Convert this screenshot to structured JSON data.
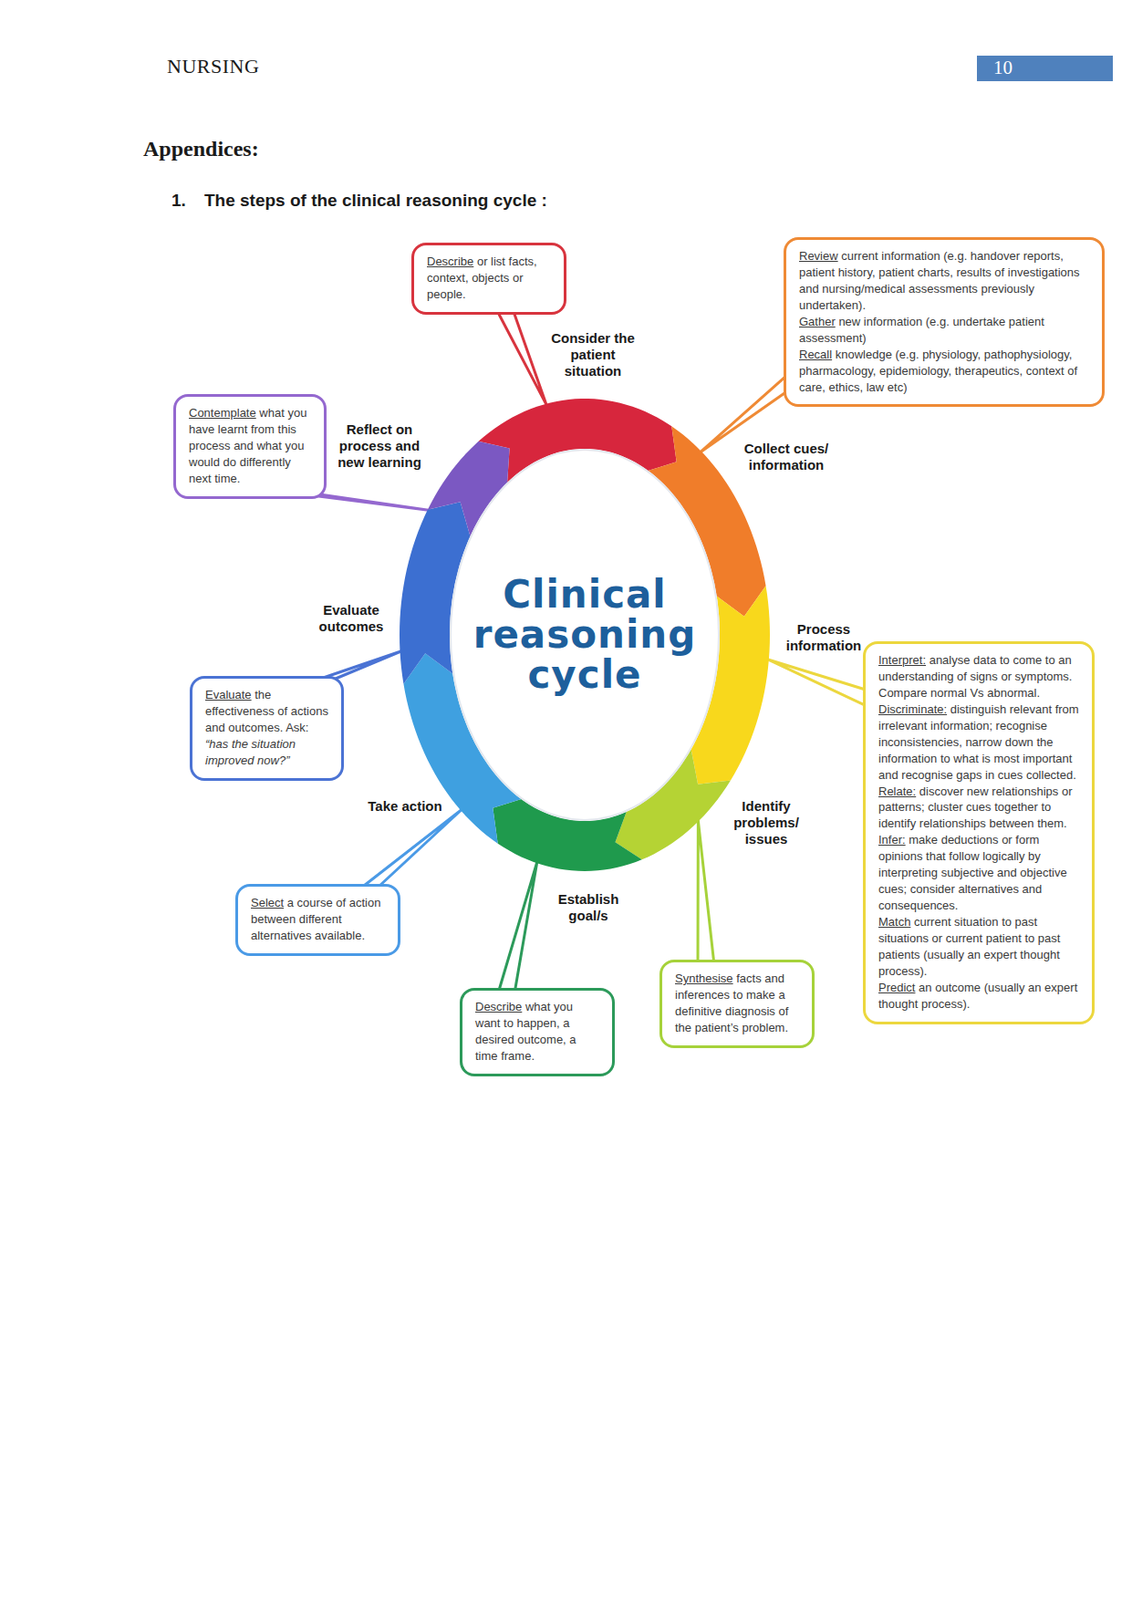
{
  "diagram": {
    "nodes": [
      {
        "text": [
          "Describe",
          "or list facts, context, objects or people."
        ]
      },
      {
        "text": [
          "Review",
          "current information (e.g. handover reports, patient history, patient charts, results of investigations and nursing/medical assessments previously undertaken).",
          "Gather",
          "new information (e.g. undertake patient assessment)",
          "Recall",
          "knowledge (e.g. physiology, pathophysiology, pharmacology, epidemiology, therapeutics, context of care, ethics, law etc)"
        ]
      },
      {
        "text": [
          "Contemplate",
          "what you have learnt from this process and what you would do differently next time."
        ]
      },
      {
        "text": [
          "Clinical reasoning cycle"
        ]
      },
      {
        "text": [
          "Interpret:",
          "analyse data to come to an understanding of signs or symptoms. Compare normal Vs abnormal.",
          "Discriminate:",
          "distinguish relevant from irrelevant information; recognise inconsistencies, narrow down the information to what is most important and recognise gaps in cues collected.",
          "Relate:",
          "discover new relationships or patterns; cluster cues together to identify relationships between them.",
          "Infer:",
          "make deductions or form opinions that follow logically by interpreting subjective and objective cues; consider alternatives and consequences.",
          "Match",
          "current situation to past situations or current patient to past patients (usually an expert thought process).",
          "Predict",
          "an outcome (usually an expert thought process)."
        ]
      },
      {
        "text": [
          "Evaluate",
          "the effectiveness of actions and outcomes. Ask:",
          "“has the situation improved now?”"
        ]
      },
      {
        "text": [
          "Select",
          "a course of action between different alternatives available."
        ]
      },
      {
        "text": [
          "Describe",
          "what you want to happen, a desired outcome, a time frame."
        ]
      },
      {
        "text": [
          "Synthesise",
          "facts and inferences to make a definitive diagnosis of the patient’s problem."
        ]
      }
    ],
    "edges": [
      {
        "from": 0,
        "to": 3,
        "arrow": "none"
      },
      {
        "from": 1,
        "to": 3,
        "arrow": "none"
      },
      {
        "from": 2,
        "to": 3,
        "arrow": "none"
      },
      {
        "from": 4,
        "to": 3,
        "arrow": "none"
      },
      {
        "from": 5,
        "to": 3,
        "arrow": "none"
      },
      {
        "from": 6,
        "to": 3,
        "arrow": "none"
      },
      {
        "from": 7,
        "to": 3,
        "arrow": "none"
      },
      {
        "from": 8,
        "to": 3,
        "arrow": "none"
      }
    ],
    "labels": [
      "NURSING",
      "10",
      "Appendices:",
      "1.",
      "The steps of the clinical reasoning cycle :",
      "Consider the patient situation",
      "Collect cues/ information",
      "Process information",
      "Identify problems/ issues",
      "Establish goal/s",
      "Take action",
      "Evaluate outcomes",
      "Reflect on process and new learning"
    ]
  }
}
